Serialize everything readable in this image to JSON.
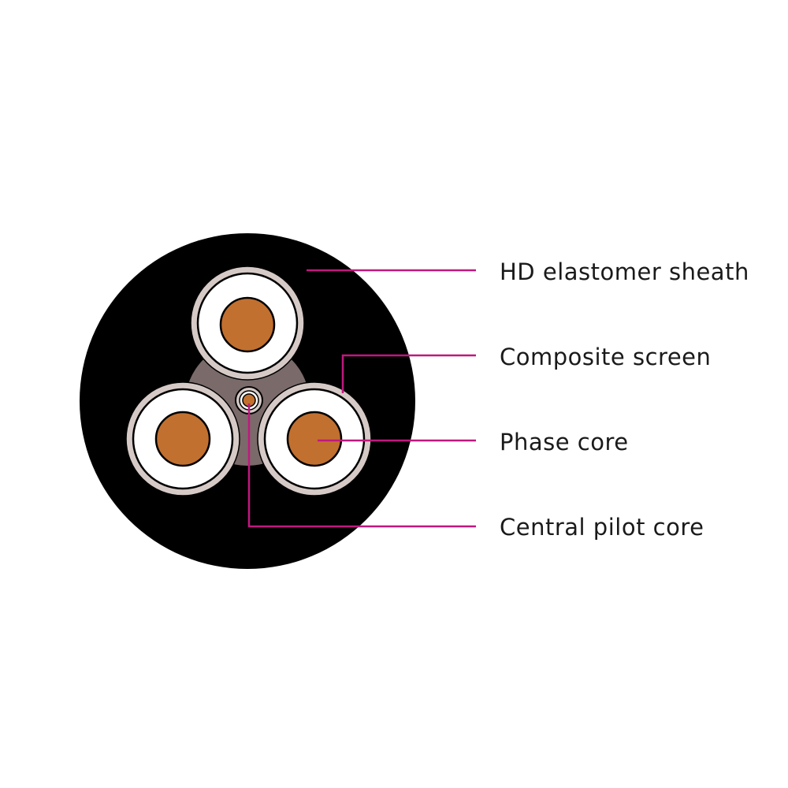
{
  "labels": {
    "sheath": "HD elastomer sheath",
    "screen": "Composite screen",
    "phase": "Phase core",
    "pilot": "Central pilot core"
  },
  "colors": {
    "sheath": "#000000",
    "screen": "#d6cac7",
    "insulation": "#ffffff",
    "conductor": "#c2702f",
    "filler": "#7a6a6a",
    "leader": "#c0187f"
  }
}
